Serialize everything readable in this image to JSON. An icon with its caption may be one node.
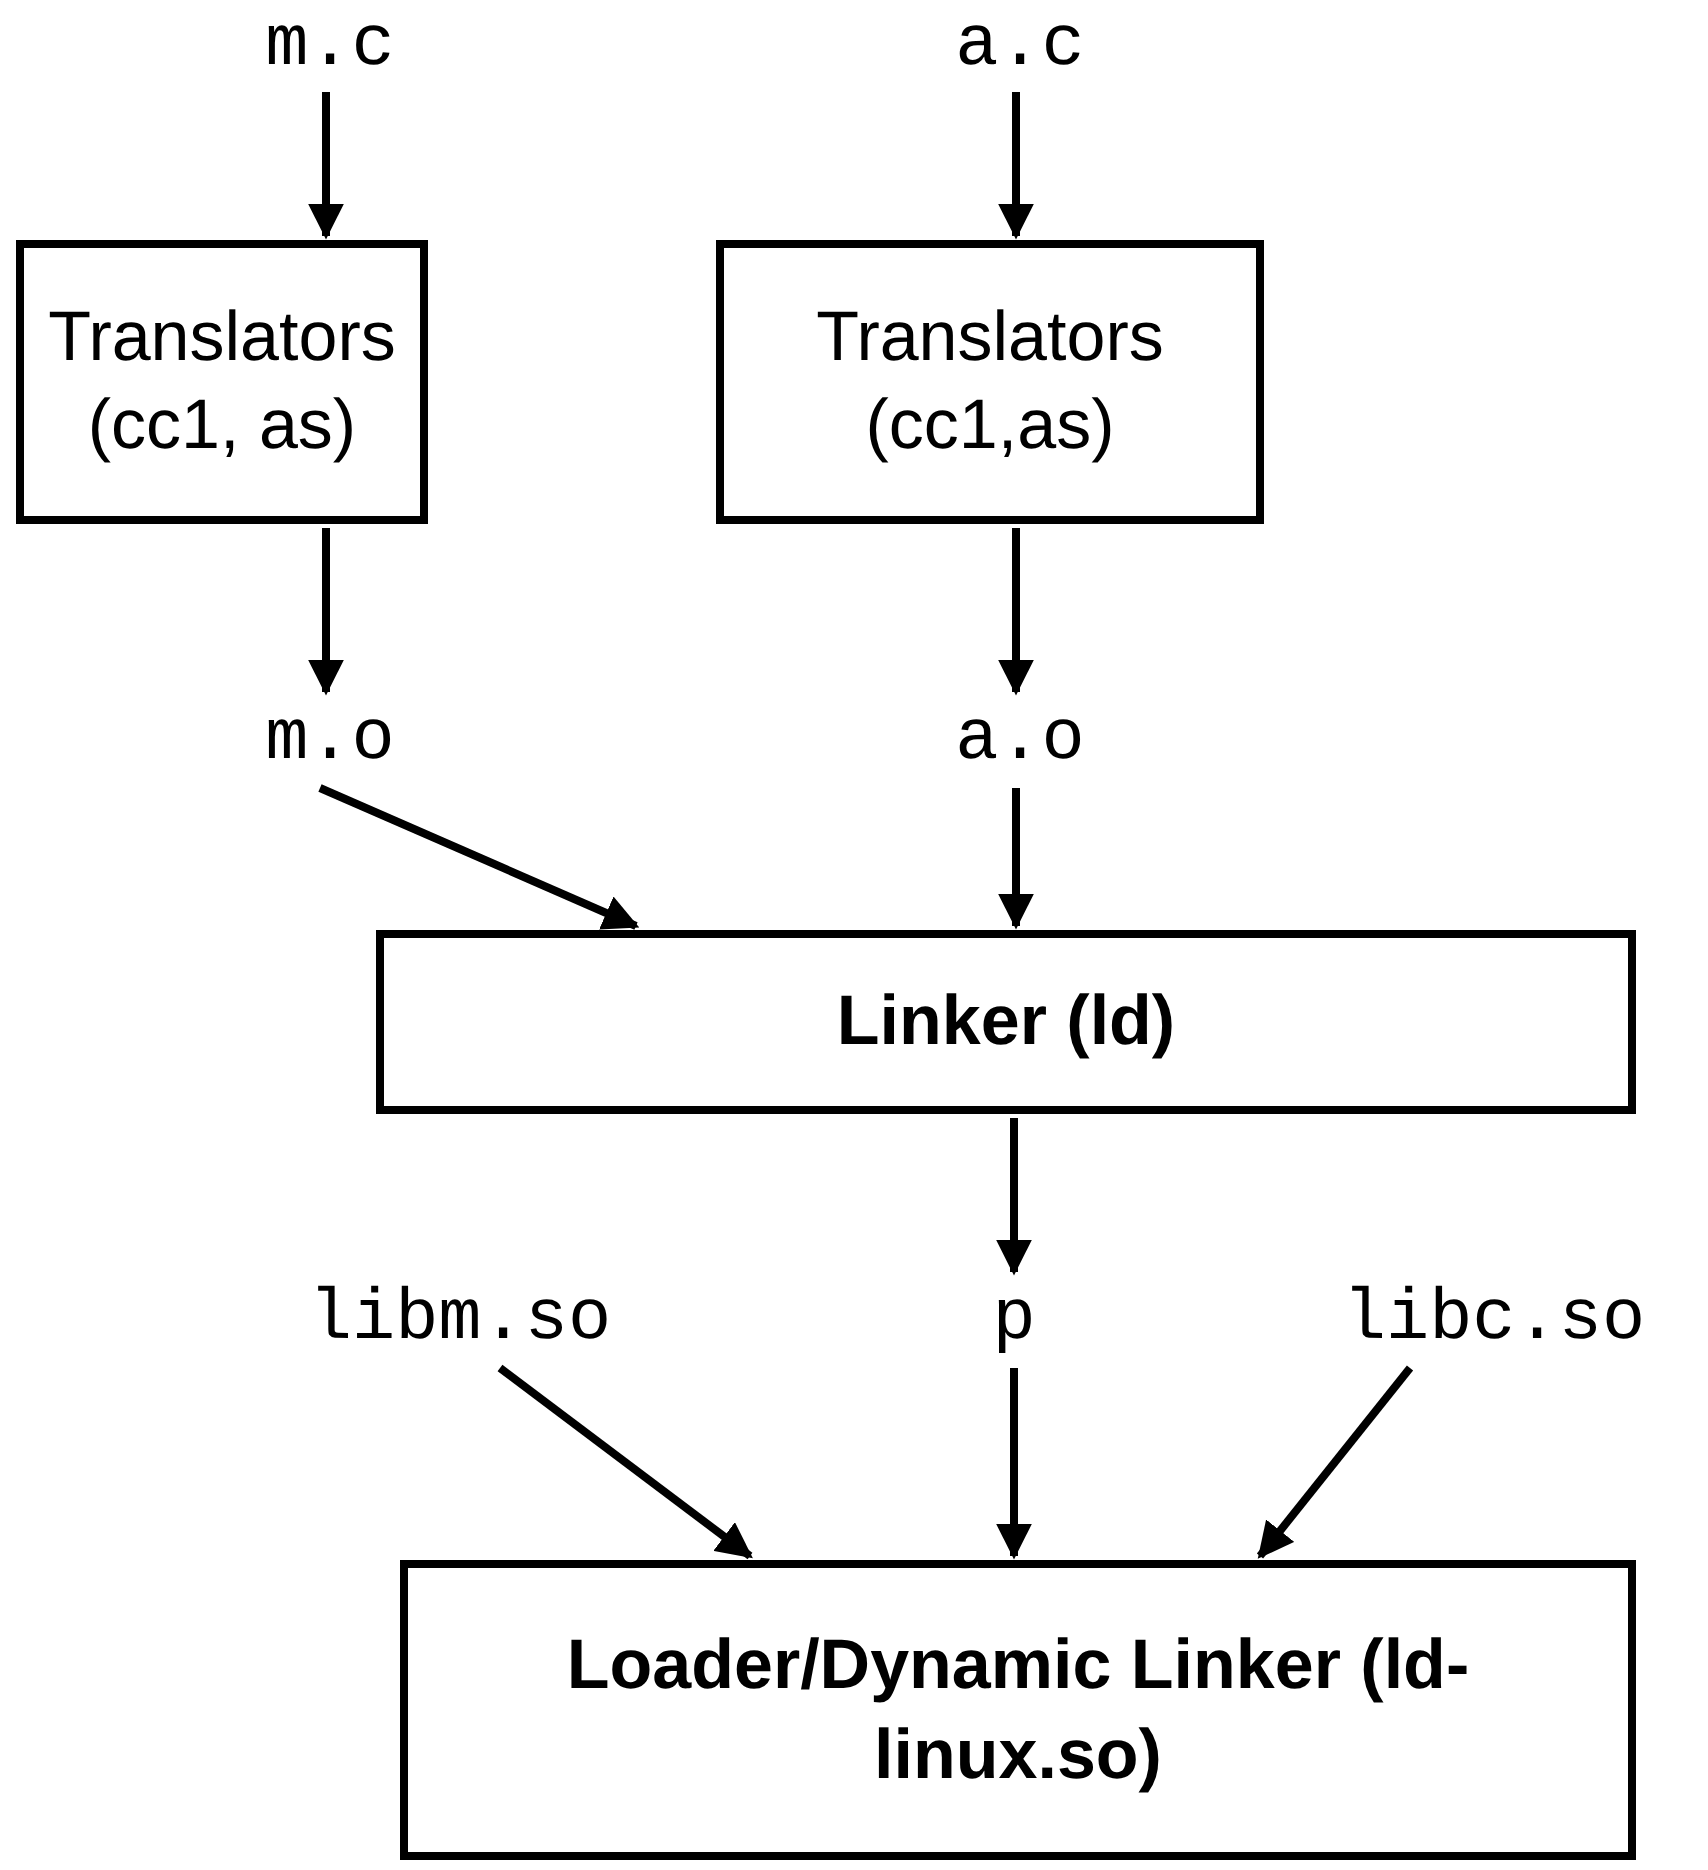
{
  "diagram": {
    "nodes": [
      {
        "text": [
          "m.c"
        ]
      },
      {
        "text": [
          "a.c"
        ]
      },
      {
        "text": [
          "Translators (cc1, as)"
        ]
      },
      {
        "text": [
          "Translators (cc1,as)"
        ]
      },
      {
        "text": [
          "m.o"
        ]
      },
      {
        "text": [
          "a.o"
        ]
      },
      {
        "text": [
          "Linker (ld)"
        ]
      },
      {
        "text": [
          "libm.so"
        ]
      },
      {
        "text": [
          "p"
        ]
      },
      {
        "text": [
          "libc.so"
        ]
      },
      {
        "text": [
          "Loader/Dynamic Linker (ld-linux.so)"
        ]
      }
    ],
    "edges": [
      {
        "from": 0,
        "to": 2,
        "arrow": "to"
      },
      {
        "from": 1,
        "to": 3,
        "arrow": "to"
      },
      {
        "from": 2,
        "to": 4,
        "arrow": "to"
      },
      {
        "from": 3,
        "to": 5,
        "arrow": "to"
      },
      {
        "from": 4,
        "to": 6,
        "arrow": "to"
      },
      {
        "from": 5,
        "to": 6,
        "arrow": "to"
      },
      {
        "from": 6,
        "to": 8,
        "arrow": "to"
      },
      {
        "from": 7,
        "to": 10,
        "arrow": "to"
      },
      {
        "from": 8,
        "to": 10,
        "arrow": "to"
      },
      {
        "from": 9,
        "to": 10,
        "arrow": "to"
      }
    ]
  }
}
